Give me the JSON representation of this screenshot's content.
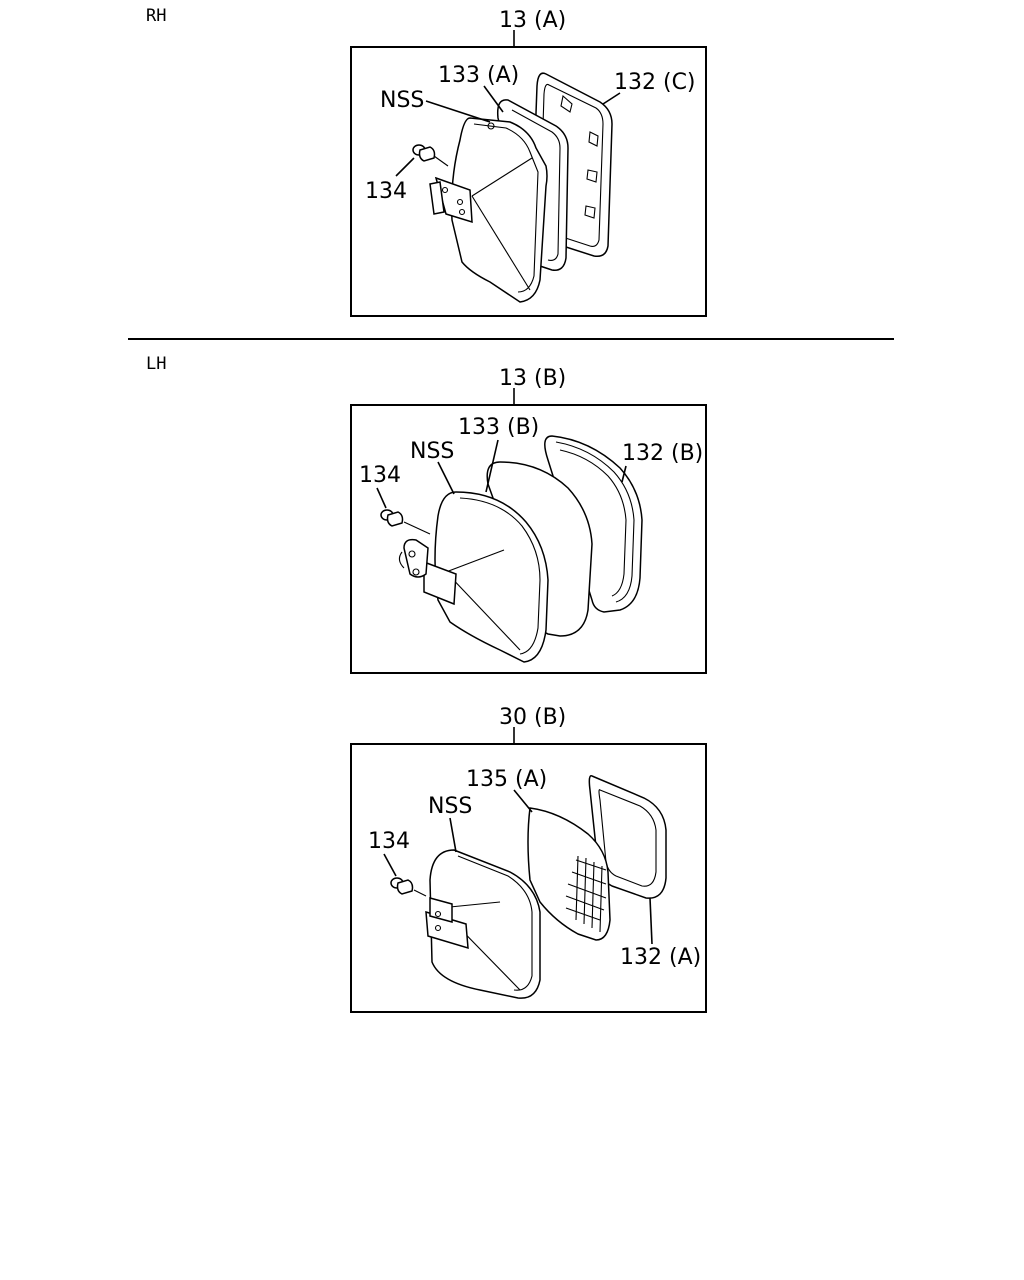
{
  "sections": {
    "rh": {
      "label": "RH"
    },
    "lh": {
      "label": "LH"
    }
  },
  "assemblies": [
    {
      "id": "13A",
      "title": "13 (A)",
      "callouts": {
        "glass": "133 (A)",
        "housing_note": "NSS",
        "frame": "132 (C)",
        "screw": "134"
      }
    },
    {
      "id": "13B",
      "title": "13 (B)",
      "callouts": {
        "glass": "133 (B)",
        "housing_note": "NSS",
        "frame": "132 (B)",
        "screw": "134"
      }
    },
    {
      "id": "30B",
      "title": "30 (B)",
      "callouts": {
        "glass": "135 (A)",
        "housing_note": "NSS",
        "frame": "132 (A)",
        "screw": "134"
      }
    }
  ]
}
